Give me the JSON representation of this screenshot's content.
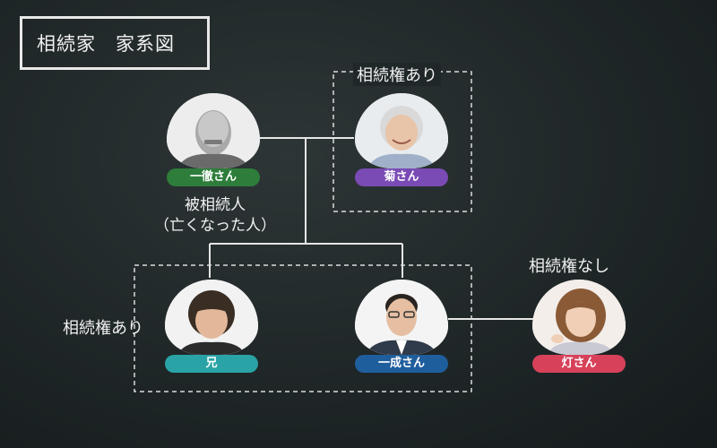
{
  "title": "相続家　家系図",
  "groups": {
    "heir_right_top": "相続権あり",
    "heir_left_bottom": "相続権あり",
    "no_right": "相続権なし"
  },
  "deceased_note": {
    "line1": "被相続人",
    "line2": "（亡くなった人）"
  },
  "persons": [
    {
      "key": "father",
      "name": "一徹さん",
      "tag_color": "#2e7d3a",
      "icon": "elderly-man-photo"
    },
    {
      "key": "mother",
      "name": "菊さん",
      "tag_color": "#7b4bb5",
      "icon": "elderly-woman-photo"
    },
    {
      "key": "brother",
      "name": "兄",
      "tag_color": "#2aa3a6",
      "icon": "young-man-photo"
    },
    {
      "key": "self",
      "name": "一成さん",
      "tag_color": "#1f5e9c",
      "icon": "businessman-photo"
    },
    {
      "key": "wife",
      "name": "灯さん",
      "tag_color": "#d7415a",
      "icon": "young-woman-photo"
    }
  ]
}
